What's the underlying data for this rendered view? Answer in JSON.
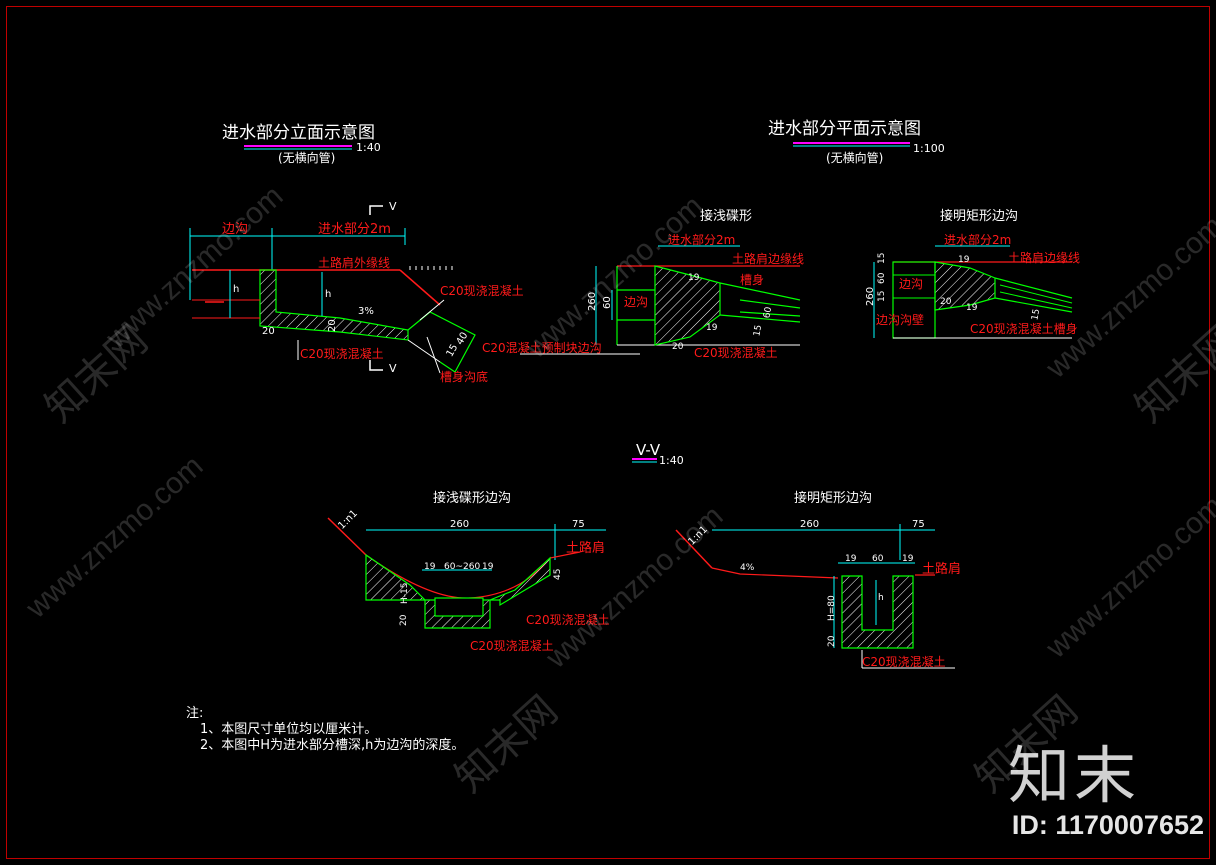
{
  "titles": {
    "elevation": "进水部分立面示意图",
    "elevation_scale": "1:40",
    "elevation_sub": "(无横向管)",
    "plan": "进水部分平面示意图",
    "plan_scale": "1:100",
    "plan_sub": "(无横向管)",
    "plan_shallow": "接浅碟形",
    "plan_rect": "接明矩形边沟",
    "section": "V-V",
    "section_scale": "1:40",
    "section_shallow": "接浅碟形边沟",
    "section_rect": "接明矩形边沟"
  },
  "elevation_labels": {
    "side_ditch": "边沟",
    "inlet_2m": "进水部分2m",
    "shoulder_line": "土路肩外缘线",
    "concrete_top": "C20现浇混凝土",
    "concrete_bottom": "C20现浇混凝土",
    "trough_bottom": "槽身沟底",
    "v_top": "V",
    "v_bottom": "V",
    "h": "h",
    "h2": "h",
    "dim_20a": "20",
    "dim_20b": "20",
    "slope": "3%",
    "dim_15": "15",
    "dim_40": "40"
  },
  "plan_labels": {
    "inlet_2m_a": "进水部分2m",
    "shoulder_a": "土路肩边缘线",
    "trough_a": "槽身",
    "side_ditch_a": "边沟",
    "precast": "C20混凝土预制块边沟",
    "concrete_a": "C20现浇混凝土",
    "dim_260a": "260",
    "dim_60a": "60",
    "dim_20a": "20",
    "dim_19a": "19",
    "dim_19b": "19",
    "dim_15a": "15",
    "dim_60b": "60",
    "inlet_2m_b": "进水部分2m",
    "shoulder_b": "土路肩边缘线",
    "side_ditch_b": "边沟",
    "ditch_wall": "边沟沟壁",
    "concrete_b": "C20现浇混凝土槽身",
    "dim_260b": "260",
    "dim_15b": "15",
    "dim_60c": "60",
    "dim_15c": "15",
    "dim_20b": "20",
    "dim_19c": "19",
    "dim_19d": "19",
    "dim_15d": "15"
  },
  "section_labels": {
    "slope_a": "1:n1",
    "dim_260a": "260",
    "dim_75a": "75",
    "shoulder_a": "土路肩",
    "dim_19a": "19",
    "dim_range": "60~260",
    "dim_19b": "19",
    "dim_45": "45",
    "dim_h15": "H-15",
    "dim_20a": "20",
    "concrete_a": "C20现浇混凝土",
    "concrete_b": "C20现浇混凝土",
    "slope_b": "1:n1",
    "dim_260b": "260",
    "dim_75b": "75",
    "dim_19c": "19",
    "dim_60": "60",
    "dim_19d": "19",
    "grade": "4%",
    "shoulder_b": "土路肩",
    "h": "h",
    "dim_h80": "H=80",
    "dim_20b": "20",
    "concrete_c": "C20现浇混凝土"
  },
  "notes": {
    "heading": "注:",
    "line1": "1、本图尺寸单位均以厘米计。",
    "line2": "2、本图中H为进水部分槽深,h为边沟的深度。"
  },
  "watermark": {
    "site": "www.znzmo.com",
    "cn": "知末网",
    "brand": "知末",
    "id": "ID: 1170007652"
  },
  "colors": {
    "background": "#000000",
    "title_text": "#ffffff",
    "red": "#ff1a1a",
    "green": "#00ff00",
    "cyan": "#00ffff",
    "magenta": "#ff00ff"
  }
}
